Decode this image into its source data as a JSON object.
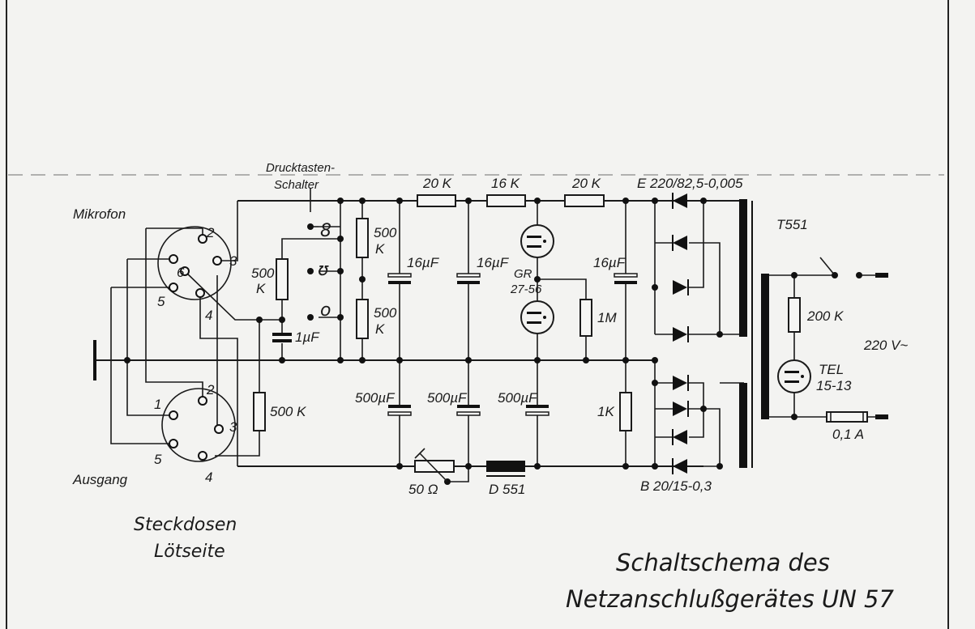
{
  "labels": {
    "mikrofon": "Mikrofon",
    "ausgang": "Ausgang",
    "switch_line1": "Drucktasten-",
    "switch_line2": "Schalter",
    "switch_pos_1": "8",
    "switch_pos_2": "ʊ",
    "switch_pos_3": "o",
    "r_top1": "20 K",
    "r_top2": "16 K",
    "r_top3": "20 K",
    "rectifier_top": "E 220/82,5-0,005",
    "rectifier_bottom": "B 20/15-0,3",
    "transformer": "T551",
    "r_500k_a": "500",
    "r_500k_a_unit": "K",
    "r_500k_b": "500",
    "r_500k_b_unit": "K",
    "r_500k_c": "500",
    "r_500k_c_unit": "K",
    "r_500k_d": "500 K",
    "c_1uf": "1µF",
    "c_16uf_1": "16µF",
    "c_16uf_2": "16µF",
    "c_16uf_3": "16µF",
    "c_500uf_1": "500µF",
    "c_500uf_2": "500µF",
    "c_500uf_3": "500µF",
    "tube_line1": "GR",
    "tube_line2": "27-56",
    "r_1m": "1M",
    "r_1k": "1K",
    "pot_50": "50 Ω",
    "choke": "D 551",
    "r_200k": "200 K",
    "lamp_line1": "TEL",
    "lamp_line2": "15-13",
    "fuse": "0,1 A",
    "mains": "220 V~",
    "mic_pins": [
      "2",
      "3",
      "6",
      "5",
      "4"
    ],
    "out_pins": [
      "2",
      "1",
      "3",
      "5",
      "4"
    ],
    "caption_line1": "Steckdosen",
    "caption_line2": "Lötseite",
    "title_line1": "Schaltschema des",
    "title_line2": "Netzanschlußgerätes UN 57"
  }
}
